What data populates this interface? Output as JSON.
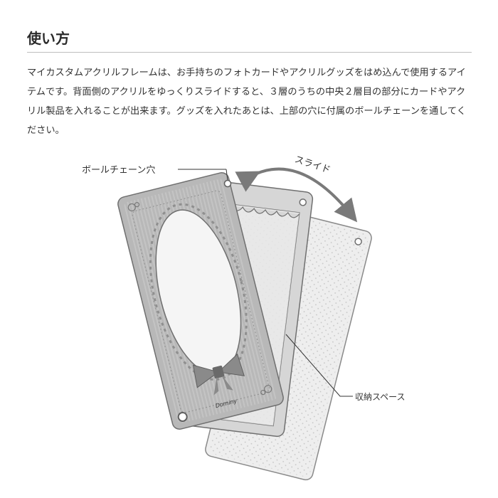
{
  "section": {
    "title": "使い方",
    "description": "マイカスタムアクリルフレームは、お手持ちのフォトカードやアクリルグッズをはめ込んで使用するアイテムです。背面側のアクリルをゆっくりスライドすると、３層のうちの中央２層目の部分にカードやアクリル製品を入れることが出来ます。グッズを入れたあとは、上部の穴に付属のボールチェーンを通してください。"
  },
  "diagram": {
    "label_ball_chain_hole": "ボールチェーン穴",
    "label_slide": "スライド",
    "label_storage_space": "収納スペース",
    "front_brand": "Dominy"
  },
  "colors": {
    "heading_text": "#2b2b2b",
    "body_text": "#333333",
    "rule": "#bdbdbd",
    "front_panel": "#b8b8b8",
    "middle_panel": "#d6d6d6",
    "back_panel": "#eeeeee",
    "outline": "#6f6f6f",
    "arrow": "#7a7a7a"
  }
}
